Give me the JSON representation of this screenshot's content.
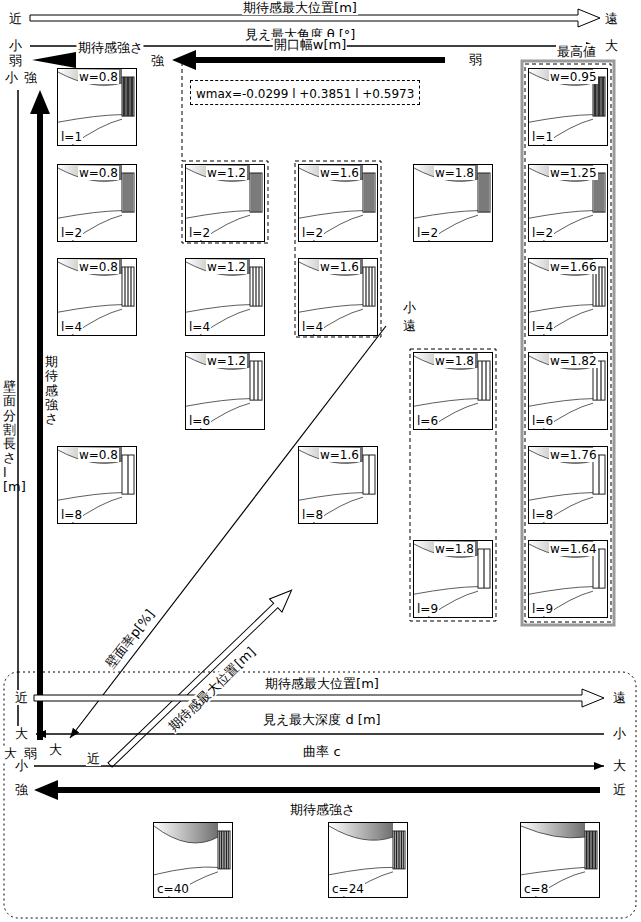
{
  "diagram": {
    "nodes": [
      {
        "text": [
          "w=0.8",
          "l=1"
        ]
      },
      {
        "text": [
          "wmax=-0.0299 l +0.3851 l +0.5973"
        ]
      },
      {
        "text": [
          "w=0.95",
          "l=1"
        ]
      },
      {
        "text": [
          "w=0.8",
          "l=2"
        ]
      },
      {
        "text": [
          "w=1.2",
          "l=2"
        ]
      },
      {
        "text": [
          "w=1.6",
          "l=2"
        ]
      },
      {
        "text": [
          "w=1.8",
          "l=2"
        ]
      },
      {
        "text": [
          "w=1.25",
          "l=2"
        ]
      },
      {
        "text": [
          "w=0.8",
          "l=4"
        ]
      },
      {
        "text": [
          "w=1.2",
          "l=4"
        ]
      },
      {
        "text": [
          "w=1.6",
          "l=4"
        ]
      },
      {
        "text": [
          "w=1.66",
          "l=4"
        ]
      },
      {
        "text": [
          "w=1.2",
          "l=6"
        ]
      },
      {
        "text": [
          "w=1.8",
          "l=6"
        ]
      },
      {
        "text": [
          "w=1.82",
          "l=6"
        ]
      },
      {
        "text": [
          "w=0.8",
          "l=8"
        ]
      },
      {
        "text": [
          "w=1.6",
          "l=8"
        ]
      },
      {
        "text": [
          "w=1.76",
          "l=8"
        ]
      },
      {
        "text": [
          "w=1.8",
          "l=9"
        ]
      },
      {
        "text": [
          "w=1.64",
          "l=9"
        ]
      },
      {
        "text": [
          "c=40"
        ]
      },
      {
        "text": [
          "c=24"
        ]
      },
      {
        "text": [
          "c=8"
        ]
      }
    ],
    "labels": [
      "近",
      "期待感最大位置[m]",
      "遠",
      "小",
      "見え最大角度 θ [°]",
      "大",
      "弱",
      "期待感強さ",
      "強",
      "開口幅w[m]",
      "弱",
      "最高値",
      "小",
      "強",
      "壁面分割長さl[m]",
      "期待感強さ",
      "大",
      "弱",
      "大",
      "近",
      "壁面率p[%]",
      "期待感最大位置[m]",
      "小",
      "遠",
      "近",
      "期待感最大位置[m]",
      "遠",
      "大",
      "見え最大深度 d [m]",
      "小",
      "小",
      "曲率 c",
      "大",
      "強",
      "期待感強さ",
      "近"
    ]
  }
}
